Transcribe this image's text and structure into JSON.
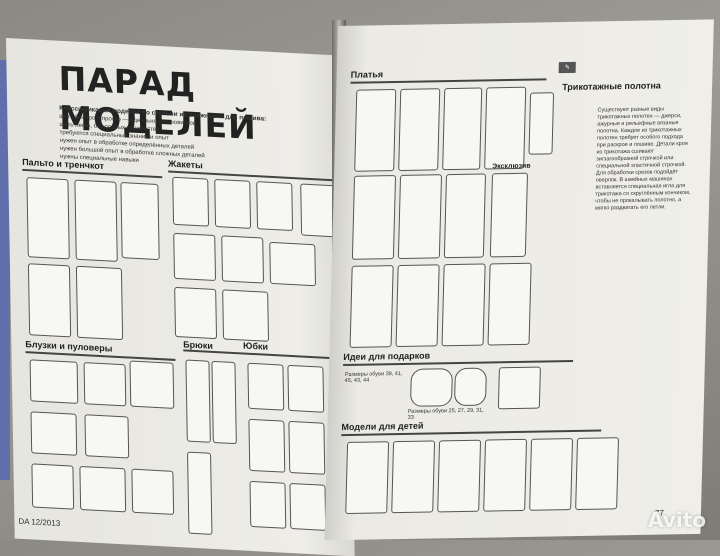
{
  "left_page": {
    "title": "ПАРАД МОДЕЛЕЙ",
    "legend_heading": "Классификация моделей по степени их сложности для пошива:",
    "legend_items": [
      "шить быстро и просто — идеально для новичков",
      "шить легко, без особых сложностей",
      "требуются специальные знания и опыт",
      "нужен опыт в обработке определённых деталей",
      "нужен большой опыт в обработке сложных деталей",
      "нужны специальные навыки"
    ],
    "sections": [
      "Пальто и тренчкот",
      "Жакеты",
      "Блузки и пуловеры",
      "Брюки",
      "Юбки"
    ],
    "footer": "DA 12/2013"
  },
  "right_page": {
    "sections": [
      "Платья",
      "Трикотажные полотна",
      "Эксклюзив",
      "Идеи для подарков",
      "Модели для детей"
    ],
    "sizes_1": "Размеры обуви 39, 41, 45, 43, 44",
    "sizes_2": "Размеры обуви 25, 27, 29, 31, 33",
    "article_text": "Существуют разные виды трикотажных полотен — джерси, ажурные и рельефные вязаные полотна. Каждое из трикотажных полотен требует особого подхода при раскрое и пошиве. Детали кроя из трикотажа сшивают зигзагообразной строчкой или специальной эластичной строчкой. Для обработки срезов подойдёт оверлок. В швейных машинах вставляется специальная игла для трикотажа со скруглённым кончиком, чтобы не прокалывать полотно, а мягко раздвигать его петли.",
    "page_number": "77",
    "watermark": "Avito"
  }
}
